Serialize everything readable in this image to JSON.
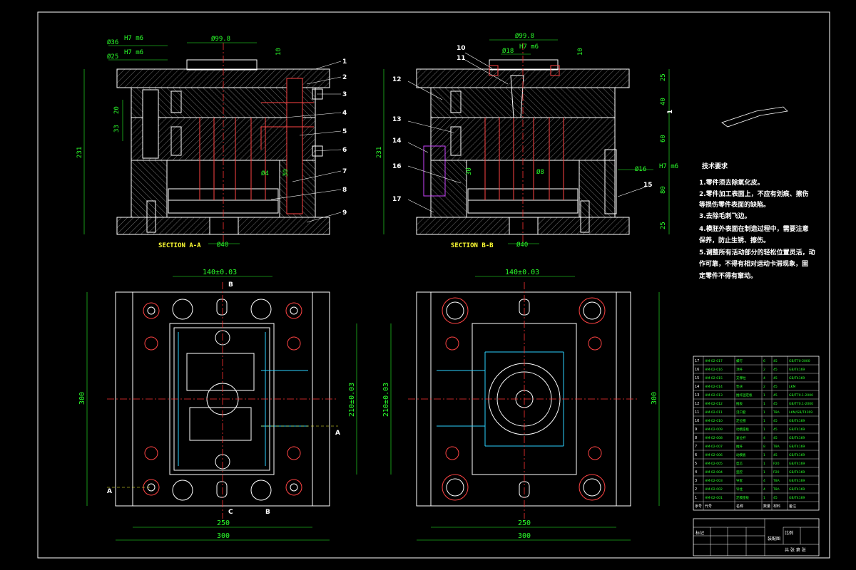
{
  "section_a": {
    "title": "SECTION A-A",
    "dims": {
      "d36": "Ø36",
      "d36_tol": "H7 m6",
      "d25": "Ø25",
      "d25_tol": "H7 m6",
      "d99": "Ø99.8",
      "t10": "10",
      "v20": "20",
      "v33": "33",
      "h231": "231",
      "d4": "Ø4",
      "v30": "30",
      "d40": "Ø40"
    },
    "callouts": [
      "1",
      "2",
      "3",
      "4",
      "5",
      "6",
      "7",
      "8",
      "9"
    ]
  },
  "section_b": {
    "title": "SECTION B-B",
    "dims": {
      "d99": "Ø99.8",
      "t10": "10",
      "d18": "Ø18",
      "d18_tol": "H7 m6",
      "h231": "231",
      "v30": "30",
      "d8": "Ø8",
      "d16": "Ø16",
      "d16_tol": "H7 m6",
      "d40": "Ø40",
      "r25a": "25",
      "r40": "40",
      "r60": "60",
      "r80": "80",
      "r25b": "25",
      "tick": "1"
    },
    "callouts": [
      "10",
      "11",
      "12",
      "13",
      "14",
      "16",
      "17",
      "15"
    ]
  },
  "plan_left": {
    "dims": {
      "top": "140±0.03",
      "side300": "300",
      "side210": "210±0.03",
      "bot250": "250",
      "bot300": "300"
    },
    "markers": {
      "b_top": "B",
      "a_right": "A",
      "a_left": "A",
      "c_bot": "C",
      "b_bot": "B"
    }
  },
  "plan_right": {
    "dims": {
      "top": "140±0.03",
      "side210": "210±0.03",
      "side300": "300",
      "bot250": "250",
      "bot300": "300"
    }
  },
  "requirements": {
    "title": "技术要求",
    "items": [
      "1.零件须去除氧化皮。",
      "2.零件加工表面上，不应有划痕、擦伤",
      "等损伤零件表面的缺陷。",
      "3.去除毛刺飞边。",
      "4.模胚外表面在制造过程中，需要注意",
      "保养，防止生锈、擦伤。",
      "5.调整所有活动部分的轻松位置灵活，动",
      "作可靠，不得有相对运动卡滞现象，固",
      "定零件不得有窜动。"
    ]
  },
  "bom": {
    "rows": [
      [
        "17",
        "HM-02-017",
        "螺钉",
        "6",
        "45",
        "GB/T70-2000"
      ],
      [
        "16",
        "HM-02-016",
        "顶杆",
        "2",
        "45",
        "GB/T4169"
      ],
      [
        "15",
        "HM-02-015",
        "支撑柱",
        "4",
        "45",
        "GB/T4169"
      ],
      [
        "14",
        "HM-02-014",
        "垫块",
        "2",
        "45",
        "LKM"
      ],
      [
        "13",
        "HM-02-013",
        "推杆固定板",
        "1",
        "45",
        "GB/T70.1-2000"
      ],
      [
        "12",
        "HM-02-012",
        "推板",
        "1",
        "45",
        "GB/T70.1-2000"
      ],
      [
        "11",
        "HM-02-011",
        "浇口套",
        "1",
        "T8A",
        "LKM/GB/T4169"
      ],
      [
        "10",
        "HM-02-010",
        "定位圈",
        "1",
        "45",
        "GB/T4169"
      ],
      [
        "9",
        "HM-02-009",
        "动模座板",
        "1",
        "45",
        "GB/T4169"
      ],
      [
        "8",
        "HM-02-008",
        "复位杆",
        "4",
        "45",
        "GB/T4169"
      ],
      [
        "7",
        "HM-02-007",
        "推杆",
        "8",
        "T8A",
        "GB/T4169"
      ],
      [
        "6",
        "HM-02-006",
        "动模板",
        "1",
        "45",
        "GB/T4169"
      ],
      [
        "5",
        "HM-02-005",
        "型芯",
        "1",
        "P20",
        "GB/T4169"
      ],
      [
        "4",
        "HM-02-004",
        "型腔",
        "1",
        "P20",
        "GB/T4169"
      ],
      [
        "3",
        "HM-02-003",
        "导套",
        "4",
        "T8A",
        "GB/T4169"
      ],
      [
        "2",
        "HM-02-002",
        "导柱",
        "4",
        "T8A",
        "GB/T4169"
      ],
      [
        "1",
        "HM-02-001",
        "定模座板",
        "1",
        "45",
        "GB/T4169"
      ]
    ],
    "header": [
      "序号",
      "代号",
      "名称",
      "数量",
      "材料",
      "备注"
    ]
  },
  "title_block": {
    "name": "装配图",
    "scale_label": "比例",
    "sheet_label": "共 张 第 张",
    "mark": "标记"
  }
}
